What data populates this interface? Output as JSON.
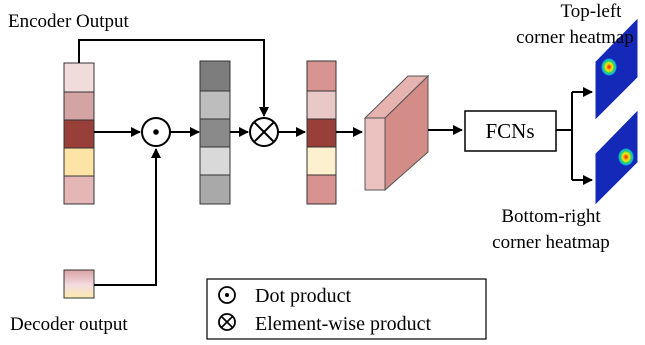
{
  "labels": {
    "encoder_output": "Encoder Output",
    "decoder_output": "Decoder output",
    "fcns": "FCNs",
    "top_left_line1": "Top-left",
    "top_left_line2": "corner heatmap",
    "bottom_right_line1": "Bottom-right",
    "bottom_right_line2": "corner heatmap"
  },
  "legend": {
    "dot_product": "Dot product",
    "element_wise_product": "Element-wise product"
  },
  "colors": {
    "encoder_cells": [
      "#f1dcdc",
      "#d4a3a3",
      "#993f3a",
      "#fde3a6",
      "#e5b6b6"
    ],
    "gray_cells": [
      "#7d7d7d",
      "#bdbdbd",
      "#8a8a8a",
      "#d9d9d9",
      "#a9a9a9"
    ],
    "weighted_cells": [
      "#d79491",
      "#e9c8c8",
      "#993f3a",
      "#fdf0cf",
      "#d8928f"
    ],
    "feature_block": "#d48c89",
    "heatmap_bg": "#1429b7"
  }
}
